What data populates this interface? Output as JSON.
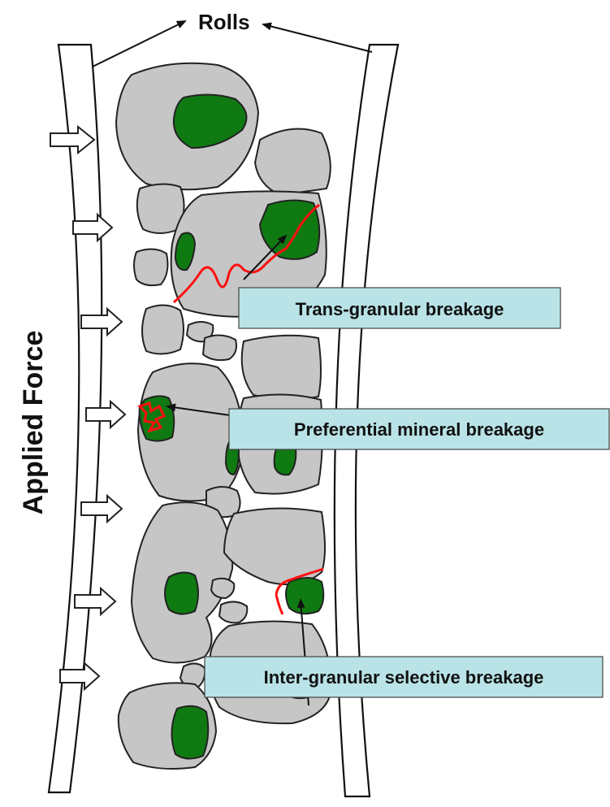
{
  "title": "Rolls",
  "side_label": "Applied Force",
  "callouts": {
    "trans": "Trans-granular breakage",
    "preferential": "Preferential mineral breakage",
    "inter": "Inter-granular selective breakage"
  },
  "colors": {
    "rock": "#c6c6c6",
    "mineral": "#0f7a12",
    "crack": "#ff1010",
    "callout_box": "#b9e3e6"
  }
}
